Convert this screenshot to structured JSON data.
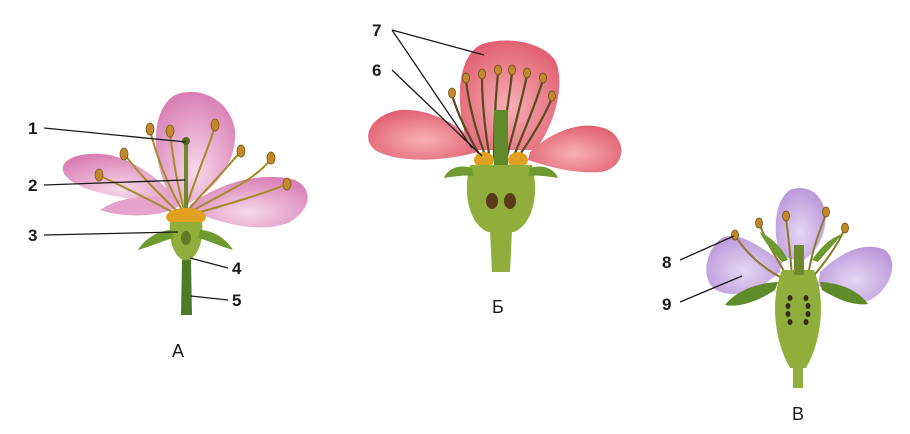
{
  "labels": {
    "l1": "1",
    "l2": "2",
    "l3": "3",
    "l4": "4",
    "l5": "5",
    "l6": "6",
    "l7": "7",
    "l8": "8",
    "l9": "9"
  },
  "captions": {
    "a": "А",
    "b": "Б",
    "c": "В"
  },
  "colors": {
    "petal_pink": "#e8a0c8",
    "petal_red": "#e46478",
    "petal_violet": "#c9a6e0",
    "receptacle_green": "#8fae3c",
    "anther": "#c08a2c",
    "nectary_orange": "#e0a020"
  }
}
